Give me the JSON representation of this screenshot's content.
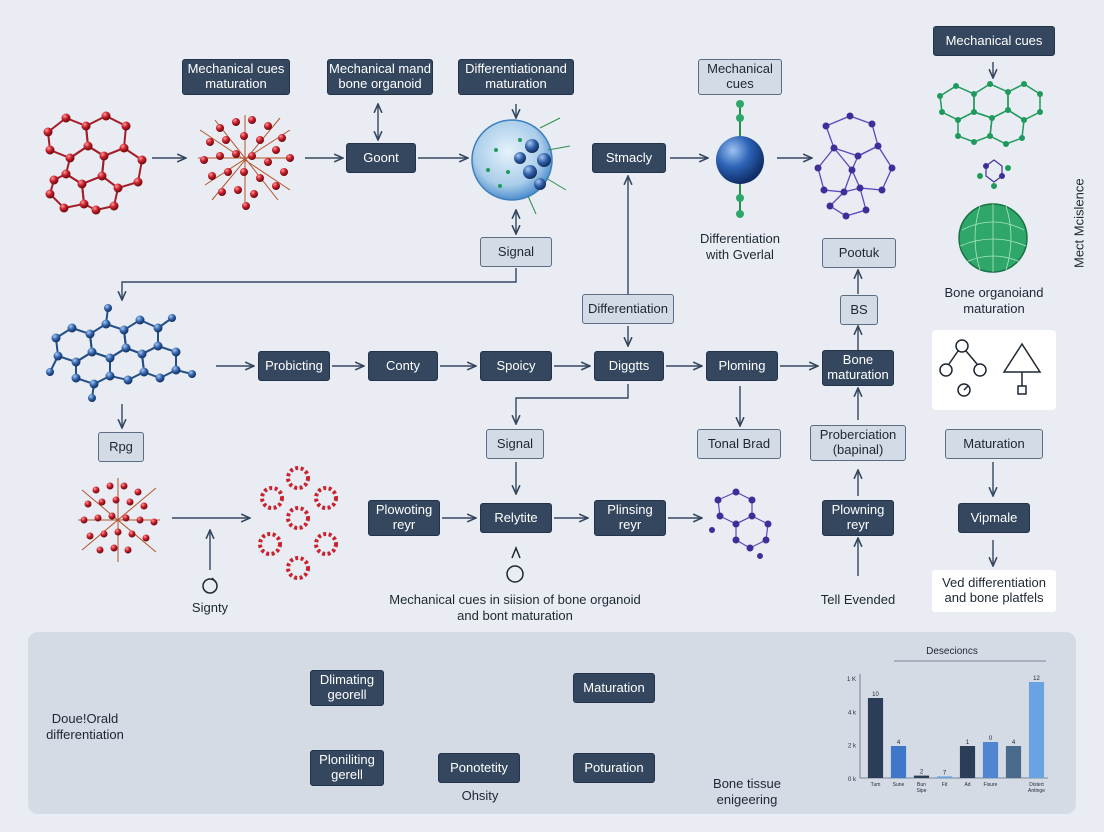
{
  "boxes": {
    "mech_cues_maturation": "Mechanical cues\nmaturation",
    "mech_mand_bone": "Mechanical mand\nbone organoid",
    "diff_and_maturation": "Differentiationand\nmaturation",
    "mech_cues_top": "Mechanical\ncues",
    "mech_cues_right": "Mechanical cues",
    "goont": "Goont",
    "stmacly": "Stmacly",
    "signal_1": "Signal",
    "pootuk": "Pootuk",
    "differentiation": "Differentiation",
    "bs": "BS",
    "probicting": "Probicting",
    "conty": "Conty",
    "spoicy": "Spoicy",
    "diggtts": "Diggtts",
    "ploming": "Ploming",
    "bone_maturation": "Bone\nmaturation",
    "rpg": "Rpg",
    "signal_2": "Signal",
    "tonal_brad": "Tonal Brad",
    "proberciation": "Proberciation\n(bapinal)",
    "maturation_right": "Maturation",
    "plowoting_reyr": "Plowoting\nreyr",
    "relytite": "Relytite",
    "plinsing_reyr": "Plinsing\nreyr",
    "plowning_reyr": "Plowning\nreyr",
    "vipmale": "Vipmale",
    "ved_differentiation": "Ved differentiation\nand bone platfels",
    "dlimating_georell": "Dlimating\ngeorell",
    "ploniliting_gerell": "Ploniliting\ngerell",
    "maturation_bottom": "Maturation",
    "ponotetity": "Ponotetity",
    "poturation": "Poturation"
  },
  "labels": {
    "diff_with_gverlal": "Differentiation\nwith Gverlal",
    "bone_organoiand": "Bone organoiand\nmaturation",
    "signty": "Signty",
    "mech_cues_caption": "Mechanical cues in siision of bone organoid\nand bont maturation",
    "tell_evended": "Tell Evended",
    "side_label": "Mect Mcislence",
    "doue_oroid": "Doue!Orald\ndifferentiation",
    "ohsity": "Ohsity",
    "bone_tissue": "Bone tissue\nenigeering"
  },
  "chart_data": {
    "type": "bar",
    "title": "Desecioncs",
    "categories": [
      "Tum",
      "Sune",
      "Bun Sipe",
      "Fit",
      "Ad",
      "Fisure",
      "",
      "Distert Antinge"
    ],
    "values": [
      10,
      4,
      0.3,
      0.2,
      4,
      4.5,
      4,
      12
    ],
    "data_labels": [
      "10",
      "4",
      "2",
      "7",
      "1",
      "0",
      "4",
      "12"
    ],
    "colors": [
      "#2b3d58",
      "#3f78c9",
      "#2b3d58",
      "#6aa3e3",
      "#2b3d58",
      "#4f86cf",
      "#4a6a8c",
      "#6aa3e3"
    ],
    "yticks": [
      "0 k",
      "2 k",
      "4 k",
      "1 K"
    ],
    "ylim": [
      0,
      13
    ]
  },
  "colors": {
    "red_molecule": "#c8242f",
    "blue_molecule": "#244f86",
    "green_molecule": "#1f9a5c",
    "purple_molecule": "#3d2f9a",
    "box_dark": "#34475f",
    "box_light": "#d3dbe6",
    "arrow": "#34475f"
  }
}
